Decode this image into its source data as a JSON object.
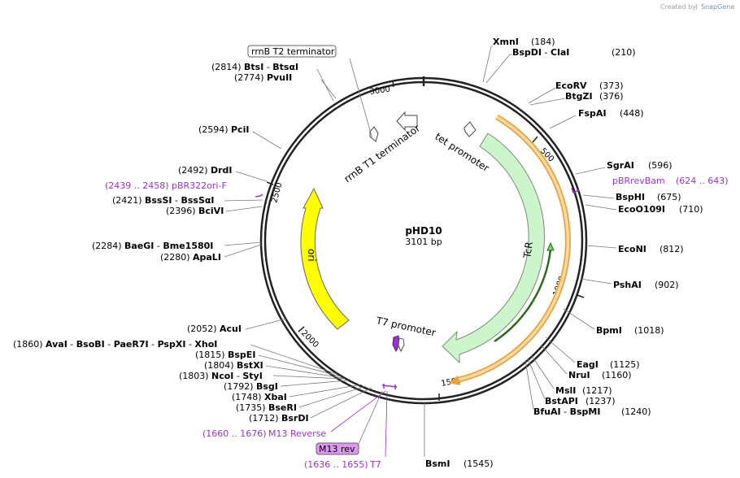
{
  "map": {
    "name": "pHD10",
    "size": "3101 bp"
  },
  "credit": {
    "prefix": "Created by",
    "brand": "SnapGene"
  },
  "ticks": [
    "500",
    "1000",
    "1500",
    "2000",
    "2500",
    "3000"
  ],
  "features": {
    "tetr": "TcR",
    "ori": "ori",
    "tet_promoter": "tet promoter",
    "rrnb_t1": "rrnB T1 terminator",
    "t7_promoter": "T7 promoter",
    "rrnb_t2": "rrnB T2 terminator",
    "m13_rev": "M13 rev"
  },
  "sites_right": [
    {
      "name": "XmnI",
      "pos": "(184)"
    },
    {
      "name": "BspDI",
      "extra": "ClaI",
      "pos": "(210)"
    },
    {
      "name": "EcoRV",
      "pos": "(373)"
    },
    {
      "name": "BtgZI",
      "pos": "(376)"
    },
    {
      "name": "FspAI",
      "pos": "(448)"
    },
    {
      "name": "SgrAI",
      "pos": "(596)"
    },
    {
      "name": "BspHI",
      "pos": "(675)"
    },
    {
      "name": "EcoO109I",
      "pos": "(710)"
    },
    {
      "name": "EcoNI",
      "pos": "(812)"
    },
    {
      "name": "PshAI",
      "pos": "(902)"
    },
    {
      "name": "BpmI",
      "pos": "(1018)"
    },
    {
      "name": "EagI",
      "pos": "(1125)"
    },
    {
      "name": "NruI",
      "pos": "(1160)"
    },
    {
      "name": "MslI",
      "pos": "(1217)"
    },
    {
      "name": "BstAPI",
      "pos": "(1237)"
    },
    {
      "name": "BfuAI",
      "extra": "BspMI",
      "pos": "(1240)"
    },
    {
      "name": "BsmI",
      "pos": "(1545)"
    }
  ],
  "sites_left": [
    {
      "pos": "(2814)",
      "name": "BtsI",
      "extra": "BtsαI"
    },
    {
      "pos": "(2774)",
      "name": "PvuII"
    },
    {
      "pos": "(2594)",
      "name": "PciI"
    },
    {
      "pos": "(2492)",
      "name": "DrdI"
    },
    {
      "pos": "(2421)",
      "name": "BssSI",
      "extra": "BssSαI"
    },
    {
      "pos": "(2396)",
      "name": "BciVI"
    },
    {
      "pos": "(2284)",
      "name": "BaeGI",
      "extra": "Bme1580I"
    },
    {
      "pos": "(2280)",
      "name": "ApaLI"
    },
    {
      "pos": "(2052)",
      "name": "AcuI"
    },
    {
      "pos": "(1860)",
      "name": "AvaI",
      "extra": "BsoBI",
      "extra2": "PaeR7I",
      "extra3": "PspXI",
      "extra4": "XhoI"
    },
    {
      "pos": "(1815)",
      "name": "BspEI"
    },
    {
      "pos": "(1804)",
      "name": "BstXI"
    },
    {
      "pos": "(1803)",
      "name": "NcoI",
      "extra": "StyI"
    },
    {
      "pos": "(1792)",
      "name": "BsgI"
    },
    {
      "pos": "(1748)",
      "name": "XbaI"
    },
    {
      "pos": "(1735)",
      "name": "BseRI"
    },
    {
      "pos": "(1712)",
      "name": "BsrDI"
    }
  ],
  "primers": {
    "pbrrevbam": {
      "name": "pBRrevBam",
      "range": "(624 .. 643)"
    },
    "pbr322": {
      "range": "(2439 .. 2458)",
      "name": "pBR322ori-F"
    },
    "m13_reverse": {
      "range": "(1660 .. 1676)",
      "name": "M13 Reverse"
    },
    "t7": {
      "range": "(1636 .. 1655)",
      "name": "T7"
    }
  },
  "colors": {
    "backbone": "#222222",
    "tetr_fill": "#ccf5cc",
    "ori_fill": "#ffff00",
    "orf_outline": "#e8a33a",
    "orf_fill": "#f6d9a8",
    "primer": "#9933cc",
    "t7_box_fill": "#dd99ee"
  }
}
